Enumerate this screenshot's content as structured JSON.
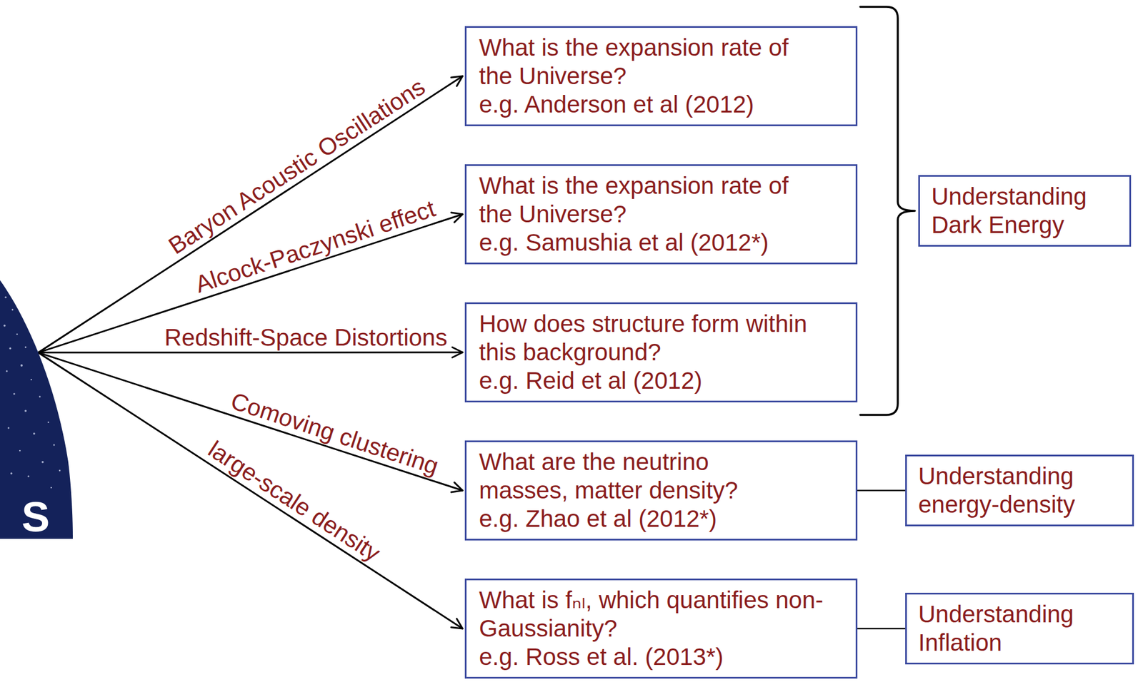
{
  "diagram": {
    "nodes": [
      {
        "text": [
          "S"
        ]
      },
      {
        "text": [
          "What is the expansion rate of the Universe?",
          "e.g. Anderson et al (2012)"
        ]
      },
      {
        "text": [
          "What is the expansion rate of the Universe?",
          "e.g. Samushia et al (2012*)"
        ]
      },
      {
        "text": [
          "How does structure form within this background?",
          "e.g. Reid et al (2012)"
        ]
      },
      {
        "text": [
          "What are the neutrino masses, matter density?",
          "e.g. Zhao et al (2012*)"
        ]
      },
      {
        "text": [
          "What is fₙₗ, which quantifies non-Gaussianity?",
          "e.g. Ross et al. (2013*)"
        ]
      },
      {
        "text": [
          "Understanding Dark Energy"
        ]
      },
      {
        "text": [
          "Understanding energy-density"
        ]
      },
      {
        "text": [
          "Understanding Inflation"
        ]
      }
    ],
    "edges": [
      {
        "from": 0,
        "to": 1,
        "arrow": "to",
        "label": "Baryon Acoustic Oscillations"
      },
      {
        "from": 0,
        "to": 2,
        "arrow": "to",
        "label": "Alcock-Paczynski effect"
      },
      {
        "from": 0,
        "to": 3,
        "arrow": "to",
        "label": "Redshift-Space Distortions"
      },
      {
        "from": 0,
        "to": 4,
        "arrow": "to",
        "label": "Comoving clustering"
      },
      {
        "from": 0,
        "to": 5,
        "arrow": "to",
        "label": "large-scale density"
      },
      {
        "from": 4,
        "to": 7,
        "arrow": "none"
      },
      {
        "from": 5,
        "to": 8,
        "arrow": "none"
      }
    ]
  }
}
